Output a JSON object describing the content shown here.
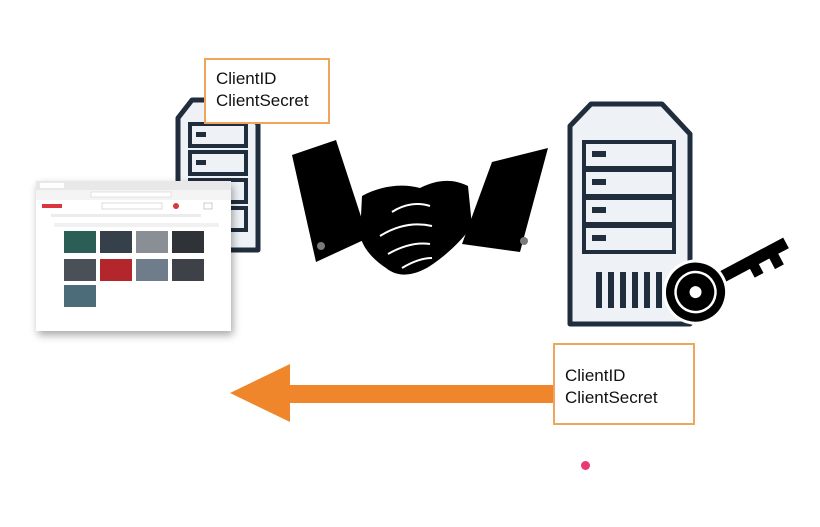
{
  "client_app": {
    "credentials": {
      "client_id": "ClientID",
      "client_secret": "ClientSecret"
    }
  },
  "auth_server": {
    "credentials": {
      "client_id": "ClientID",
      "client_secret": "ClientSecret"
    }
  },
  "colors": {
    "arrow": "#f0862c",
    "label_border": "#f0a45c",
    "server_stroke": "#1f2d3d",
    "server_fill": "#eef2f6",
    "pointer_dot": "#e93877",
    "handshake": "#000000"
  },
  "icons": [
    "client-server-icon",
    "auth-server-icon",
    "handshake-icon",
    "key-icon",
    "credentials-arrow-icon"
  ]
}
